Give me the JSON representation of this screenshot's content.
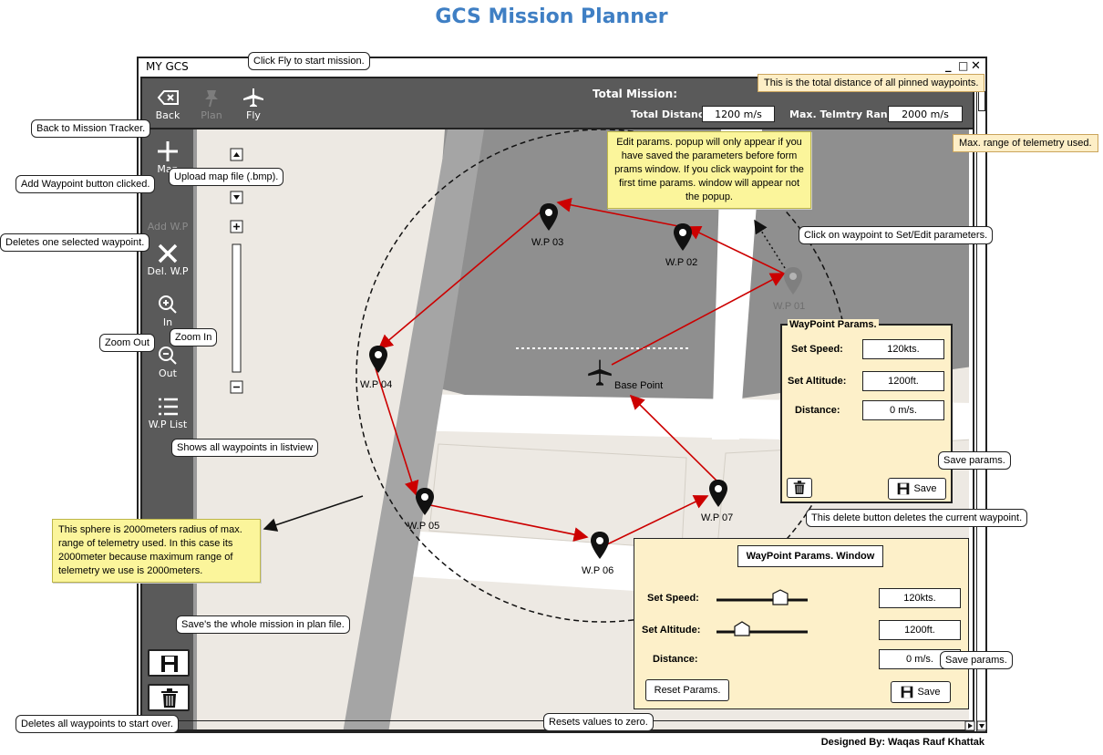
{
  "page_title": "GCS Mission Planner",
  "footer": "Designed By: Waqas Rauf Khattak",
  "window": {
    "title": "MY GCS",
    "controls": [
      "_",
      "□",
      "✕"
    ]
  },
  "toolbar": {
    "back_label": "Back",
    "plan_label": "Plan",
    "fly_label": "Fly",
    "total_mission_label": "Total Mission:",
    "total_distance_label": "Total Distance:",
    "total_distance_value": "1200 m/s",
    "telemetry_range_label": "Max. Telmtry Range:",
    "telemetry_range_value": "2000 m/s"
  },
  "sidebar": {
    "map_label": "Map",
    "add_label": "Add W.P",
    "delete_label": "Del. W.P",
    "zoom_in_label": "In",
    "zoom_out_label": "Out",
    "list_label": "W.P List"
  },
  "map": {
    "waypoints": [
      "W.P 01",
      "W.P 02",
      "W.P 03",
      "W.P 04",
      "W.P 05",
      "W.P 06",
      "W.P 07"
    ],
    "base_point": "Base Point"
  },
  "popup": {
    "title": "WayPoint Params.",
    "speed_label": "Set Speed:",
    "speed_value": "120kts.",
    "altitude_label": "Set Altitude:",
    "altitude_value": "1200ft.",
    "distance_label": "Distance:",
    "distance_value": "0 m/s.",
    "save_label": "Save"
  },
  "params_window": {
    "title": "WayPoint Params. Window",
    "speed_label": "Set Speed:",
    "speed_value": "120kts.",
    "altitude_label": "Set Altitude:",
    "altitude_value": "1200ft.",
    "distance_label": "Distance:",
    "distance_value": "0 m/s.",
    "reset_label": "Reset Params.",
    "save_label": "Save"
  },
  "callouts": {
    "fly": "Click Fly to start mission.",
    "back": "Back to Mission Tracker.",
    "upload": "Upload map file (.bmp).",
    "add": "Add Waypoint button clicked.",
    "delete_one": "Deletes one selected waypoint.",
    "zoom_in": "Zoom In",
    "zoom_out": "Zoom Out",
    "list": "Shows all waypoints in listview",
    "save_mission": "Save's the whole mission in plan file.",
    "delete_all": "Deletes all waypoints to start over.",
    "total_distance": "This is the total distance of all pinned waypoints.",
    "max_range": "Max. range of telemetry used.",
    "edit_params": "Edit params. popup will only appear if you have saved the parameters before form prams window. If you click waypoint for the first time params. window will appear not the popup.",
    "click_waypoint": "Click on waypoint to Set/Edit parameters.",
    "save_params_1": "Save params.",
    "delete_current": "This delete button deletes the current waypoint.",
    "sphere": "This sphere is 2000meters radius of max. range of telemetry used. In this case its 2000meter because maximum range of telemetry we use is 2000meters.",
    "save_params_2": "Save params.",
    "reset_zero": "Resets values to zero."
  }
}
